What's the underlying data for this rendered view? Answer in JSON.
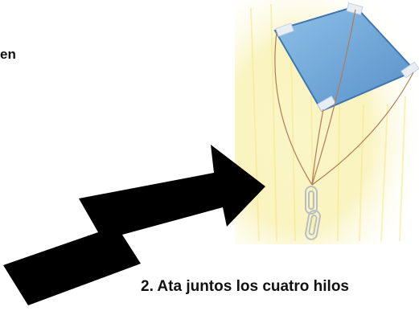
{
  "text": {
    "left_fragment": "en",
    "caption": "2. Ata juntos los cuatro hilos"
  },
  "illustration": {
    "subject": "paracaídas de papel con clips",
    "colors": {
      "canopy": "#6fa6d6",
      "canopy_edge": "#3f76b0",
      "tape": "#e9eef4",
      "string": "#b37a58",
      "glow": "#f7f0a6",
      "clip": "#c7ccd3"
    }
  },
  "arrow": {
    "color": "#000000"
  }
}
